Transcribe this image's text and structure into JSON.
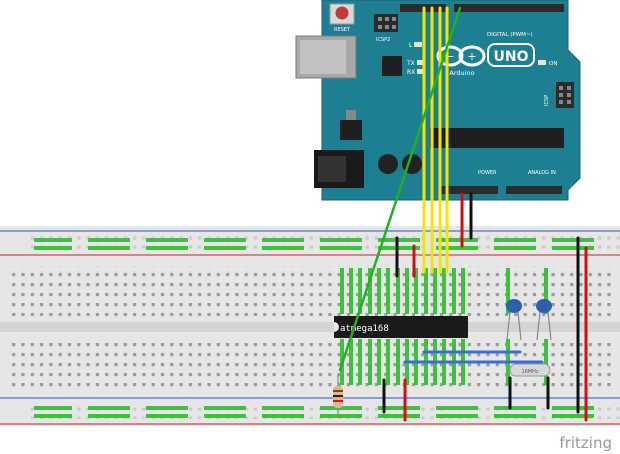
{
  "arduino": {
    "reset_label": "RESET",
    "icsp2_label": "ICSP2",
    "l_label": "L",
    "tx_label": "TX",
    "rx_label": "RX",
    "on_label": "ON",
    "digital_label": "DIGITAL (PWM~)",
    "logo_text": "UNO",
    "brand_text": "Arduino",
    "icsp_label": "ICSP",
    "power_label": "POWER",
    "analog_label": "ANALOG IN",
    "board_color": "#1e7f93",
    "header_color": "#2b2b2b"
  },
  "breadboard": {
    "chip_label": "atmega168",
    "crystal_label": "16MHz",
    "rail_red_color": "#d94545",
    "rail_blue_color": "#4a6fd6"
  },
  "wires": {
    "green_color": "#22b022",
    "yellow_color": "#f2e600",
    "red_color": "#cc1111",
    "black_color": "#111111",
    "blue_color": "#3a6fd0"
  },
  "watermark": "fritzing"
}
